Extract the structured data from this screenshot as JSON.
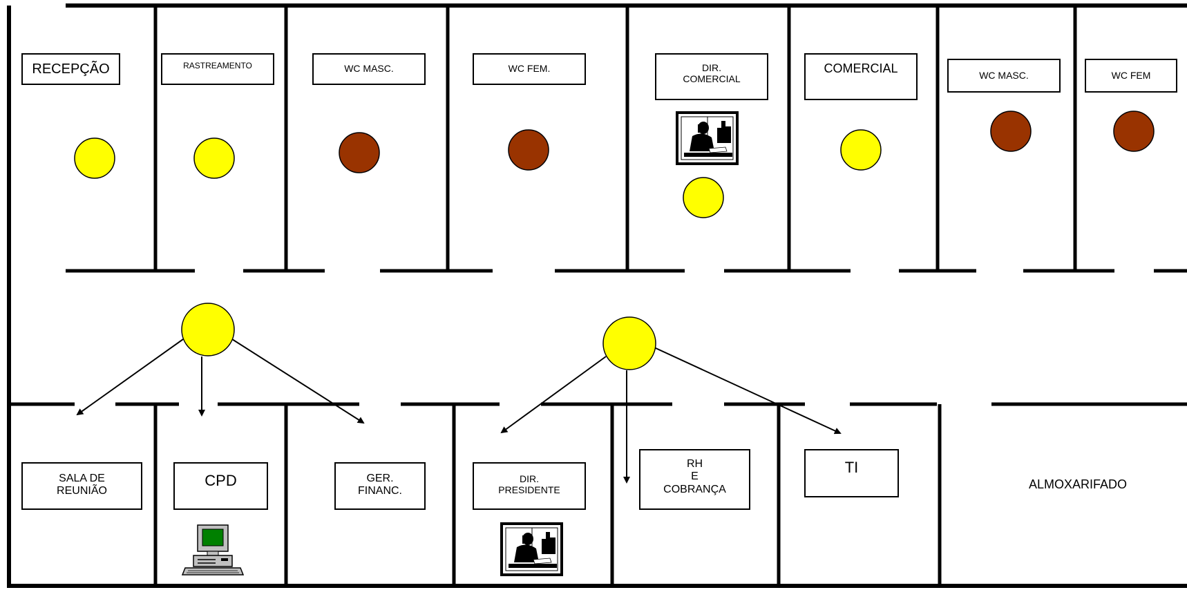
{
  "colors": {
    "wall": "#000000",
    "dot_yellow": "#ffff00",
    "dot_brown": "#993300",
    "monitor_screen": "#008000",
    "computer_body": "#c0c0c0"
  },
  "rooms_top": [
    {
      "label": "RECEPÇÃO",
      "dot": "yellow"
    },
    {
      "label": "RASTREAMENTO",
      "dot": "yellow"
    },
    {
      "label": "WC MASC.",
      "dot": "brown"
    },
    {
      "label": "WC FEM.",
      "dot": "brown"
    },
    {
      "label": "DIR.\nCOMERCIAL",
      "dot": "yellow",
      "icon": "executive-phone-icon"
    },
    {
      "label": "COMERCIAL",
      "dot": "yellow"
    },
    {
      "label": "WC MASC.",
      "dot": "brown"
    },
    {
      "label": "WC FEM",
      "dot": "brown"
    }
  ],
  "rooms_bottom": [
    {
      "label": "SALA DE\nREUNIÃO"
    },
    {
      "label": "CPD",
      "icon": "computer-icon"
    },
    {
      "label": "GER.\nFINANC."
    },
    {
      "label": "DIR.\nPRESIDENTE",
      "icon": "executive-phone-icon"
    },
    {
      "label": "RH\nE\nCOBRANÇA"
    },
    {
      "label": "TI"
    },
    {
      "label": "ALMOXARIFADO"
    }
  ],
  "corridor_hubs": [
    {
      "dot": "yellow",
      "arrows_to": [
        "SALA DE\nREUNIÃO",
        "CPD",
        "GER.\nFINANC."
      ]
    },
    {
      "dot": "yellow",
      "arrows_to": [
        "DIR.\nPRESIDENTE",
        "RH\nE\nCOBRANÇA",
        "TI"
      ]
    }
  ]
}
